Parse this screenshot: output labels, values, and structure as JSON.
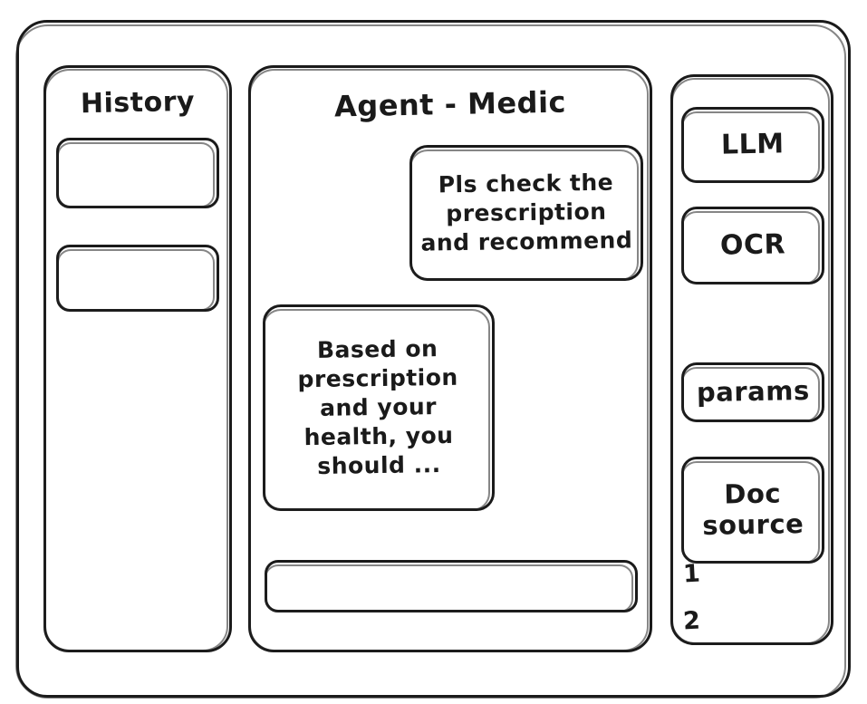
{
  "window": {
    "name": "agent-medic-wireframe"
  },
  "sidebar": {
    "title": "History",
    "items": [
      {
        "label": ""
      },
      {
        "label": ""
      }
    ]
  },
  "main": {
    "title": "Agent - Medic",
    "messages": [
      {
        "role": "user",
        "text": "Pls check the\nprescription\nand recommend"
      },
      {
        "role": "agent",
        "text": "Based on\nprescription\nand your\nhealth, you\nshould ..."
      }
    ],
    "composer": {
      "value": "",
      "placeholder": ""
    }
  },
  "tools": {
    "buttons": [
      {
        "label": "LLM"
      },
      {
        "label": "OCR"
      },
      {
        "label": "params"
      },
      {
        "label": "Doc\nsource"
      }
    ],
    "sources": [
      {
        "label": "1"
      },
      {
        "label": "2"
      }
    ]
  },
  "colors": {
    "ink": "#1a1a1a",
    "background": "#ffffff"
  }
}
